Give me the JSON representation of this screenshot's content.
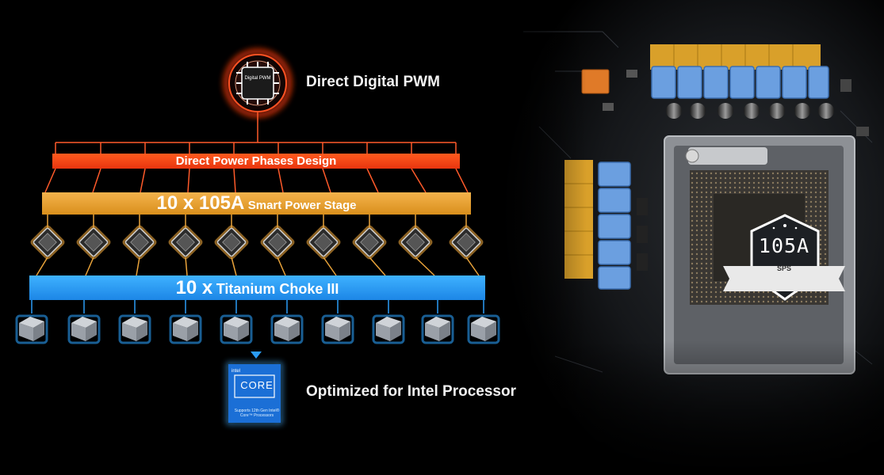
{
  "pwm": {
    "label": "Direct Digital PWM",
    "chip_text": "Digital PWM"
  },
  "phases": {
    "label": "Direct Power Phases Design"
  },
  "sps": {
    "count": "10 x 105A",
    "label": "Smart Power Stage"
  },
  "choke": {
    "count": "10 x",
    "label": "Titanium Choke III"
  },
  "processor": {
    "label": "Optimized for Intel Processor",
    "logo_brand": "intel",
    "logo_series": "CORE",
    "logo_caption": "Supports 12th Gen Intel® Core™ Processors"
  },
  "badge": {
    "title": "105A",
    "subtitle": "SPS"
  },
  "counts": {
    "power_stages": 10,
    "chokes": 10
  },
  "colors": {
    "phases_band": "#f0451a",
    "sps_band": "#e9a33a",
    "choke_band": "#2a9cf5",
    "pwm_glow": "#ff4a1c",
    "board_blue": "#6aa0e0",
    "board_yellow": "#e0a830"
  }
}
